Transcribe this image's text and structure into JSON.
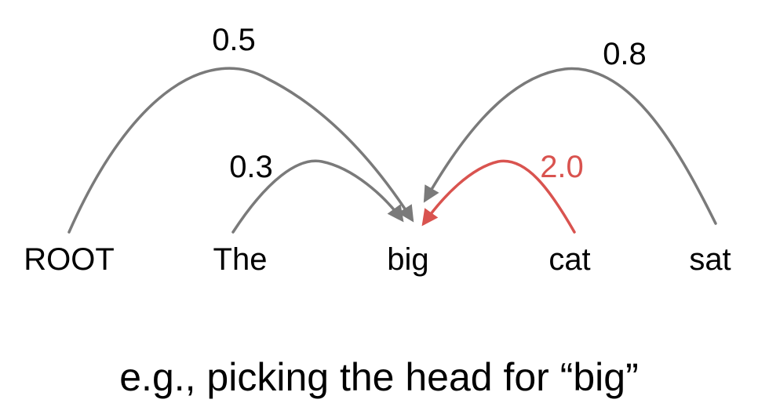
{
  "words": [
    {
      "id": "root",
      "label": "ROOT"
    },
    {
      "id": "the",
      "label": "The"
    },
    {
      "id": "big",
      "label": "big"
    },
    {
      "id": "cat",
      "label": "cat"
    },
    {
      "id": "sat",
      "label": "sat"
    }
  ],
  "arcs": [
    {
      "id": "root-to-big",
      "from": "ROOT",
      "to": "big",
      "score": "0.5",
      "highlighted": false
    },
    {
      "id": "the-to-big",
      "from": "The",
      "to": "big",
      "score": "0.3",
      "highlighted": false
    },
    {
      "id": "cat-to-big",
      "from": "cat",
      "to": "big",
      "score": "2.0",
      "highlighted": true
    },
    {
      "id": "sat-to-big",
      "from": "sat",
      "to": "big",
      "score": "0.8",
      "highlighted": false
    }
  ],
  "caption": "e.g., picking the head for “big”",
  "colors": {
    "arc": "#7a7a7a",
    "highlight": "#d9534f",
    "text": "#000000"
  }
}
